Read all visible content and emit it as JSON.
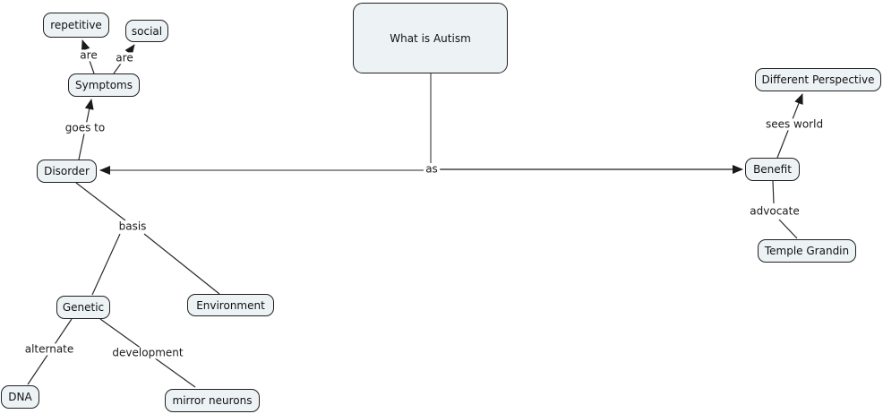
{
  "title": "What is Autism",
  "colors": {
    "node_fill": "#edf3f5",
    "node_border": "#212121",
    "line": "#2a2a2a",
    "line_faded": "#8a8a8a",
    "background": "#ffffff",
    "text": "#111111"
  },
  "nodes": {
    "what_is_autism": {
      "label": "What is Autism"
    },
    "repetitive": {
      "label": "repetitive"
    },
    "social": {
      "label": "social"
    },
    "symptoms": {
      "label": "Symptoms"
    },
    "disorder": {
      "label": "Disorder"
    },
    "different_perspective": {
      "label": "Different Perspective"
    },
    "benefit": {
      "label": "Benefit"
    },
    "temple_grandin": {
      "label": "Temple Grandin"
    },
    "genetic": {
      "label": "Genetic"
    },
    "environment": {
      "label": "Environment"
    },
    "dna": {
      "label": "DNA"
    },
    "mirror_neurons": {
      "label": "mirror neurons"
    }
  },
  "links": {
    "are_left": {
      "label": "are"
    },
    "are_right": {
      "label": "are"
    },
    "goes_to": {
      "label": "goes to"
    },
    "as": {
      "label": "as"
    },
    "sees_world": {
      "label": "sees world"
    },
    "advocate": {
      "label": "advocate"
    },
    "basis": {
      "label": "basis"
    },
    "alternate": {
      "label": "alternate"
    },
    "development": {
      "label": "development"
    }
  },
  "edges": [
    {
      "from": "Symptoms",
      "label": "are",
      "to": "repetitive",
      "arrow": true
    },
    {
      "from": "Symptoms",
      "label": "are",
      "to": "social",
      "arrow": true
    },
    {
      "from": "Disorder",
      "label": "goes to",
      "to": "Symptoms",
      "arrow": true
    },
    {
      "from": "What is Autism",
      "label": "as",
      "to": "Disorder",
      "arrow": true
    },
    {
      "from": "What is Autism",
      "label": "as",
      "to": "Benefit",
      "arrow": true
    },
    {
      "from": "Benefit",
      "label": "sees world",
      "to": "Different Perspective",
      "arrow": true
    },
    {
      "from": "Benefit",
      "label": "advocate",
      "to": "Temple Grandin",
      "arrow": false
    },
    {
      "from": "Disorder",
      "label": "basis",
      "to": "Genetic",
      "arrow": false
    },
    {
      "from": "Disorder",
      "label": "basis",
      "to": "Environment",
      "arrow": false
    },
    {
      "from": "Genetic",
      "label": "alternate",
      "to": "DNA",
      "arrow": false
    },
    {
      "from": "Genetic",
      "label": "development",
      "to": "mirror neurons",
      "arrow": false
    }
  ]
}
